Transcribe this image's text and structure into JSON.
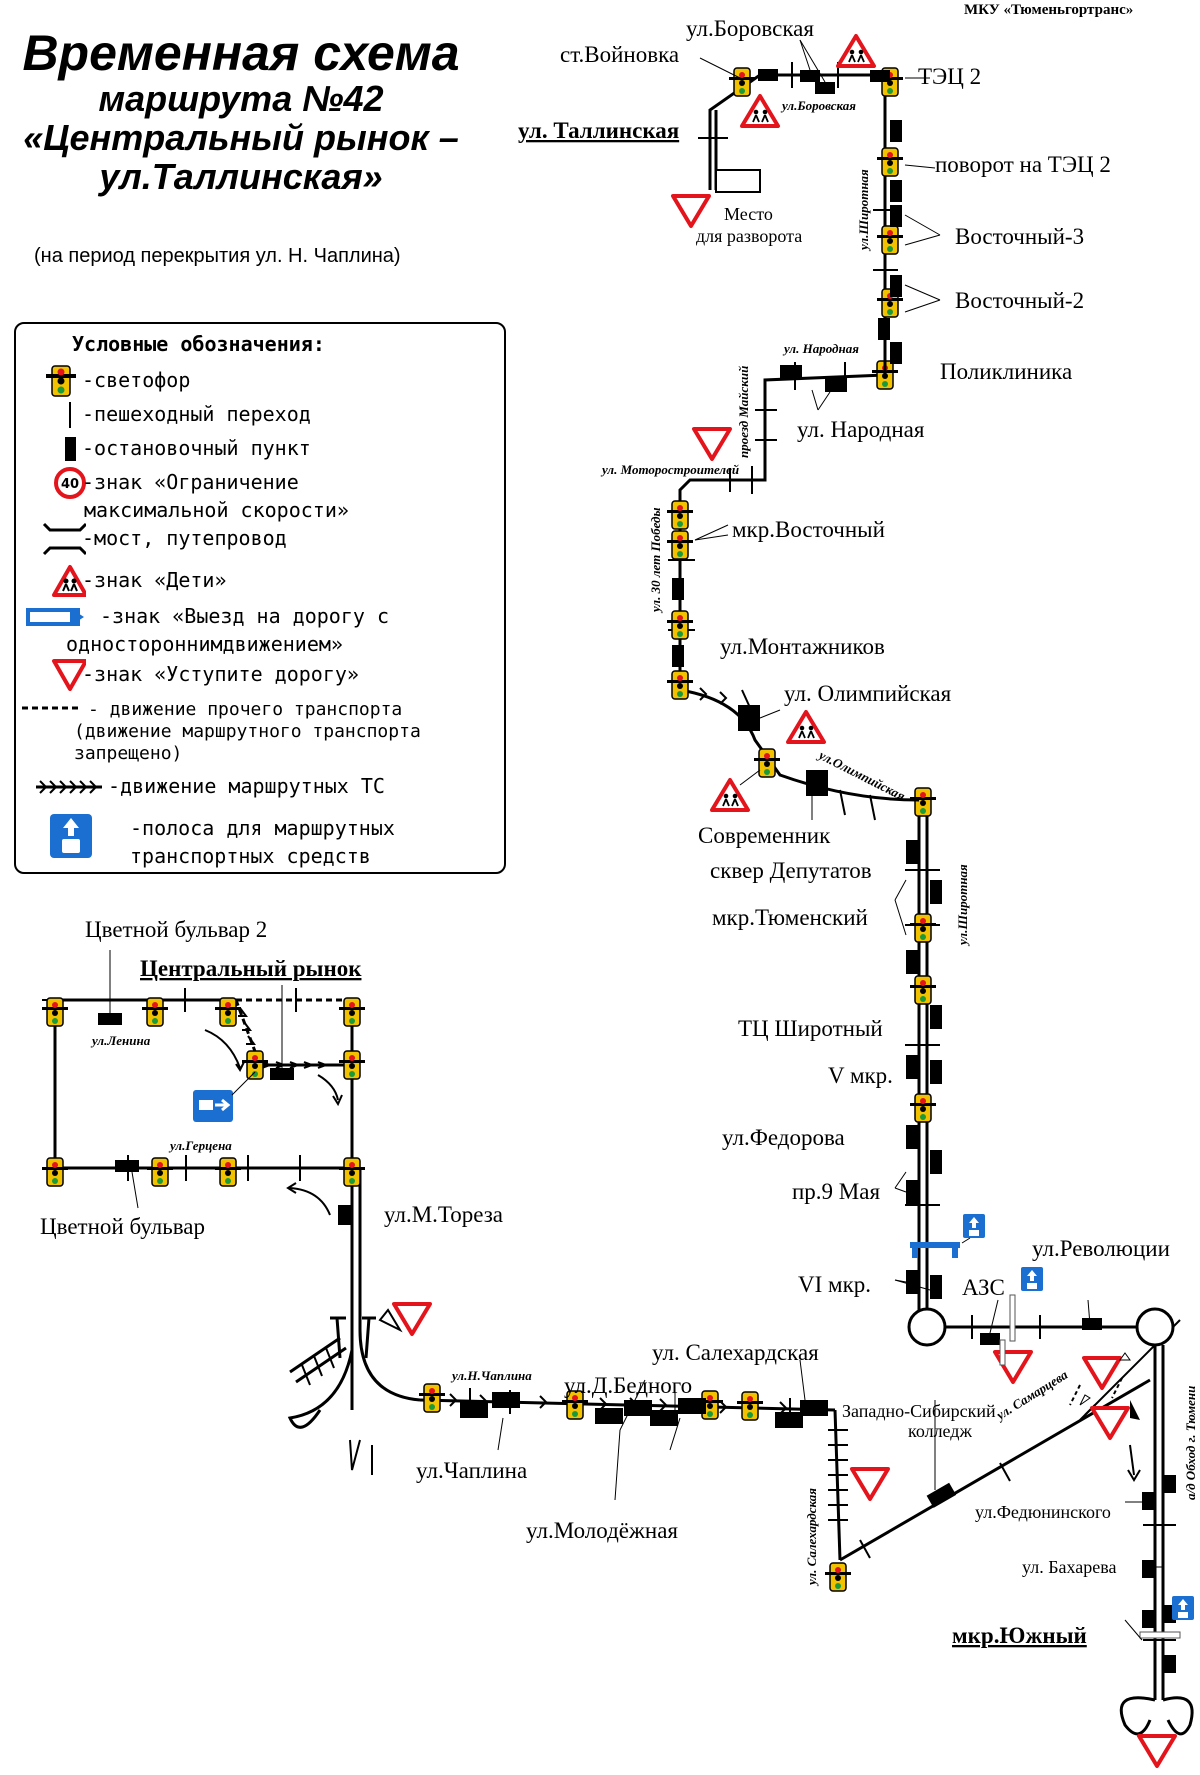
{
  "header": {
    "agency": "МКУ «Тюменьгортранс»",
    "title_line1": "Временная схема",
    "title_line2": "маршрута №42",
    "title_line3": "«Центральный рынок –",
    "title_line4": "ул.Таллинская»",
    "subtitle": "(на период перекрытия ул. Н. Чаплина)"
  },
  "legend": {
    "heading": "Условные обозначения:",
    "traffic_light": "-светофор",
    "crosswalk": "-пешеходный переход",
    "stop": "-остановочный пункт",
    "speed_limit_1": "-знак «Ограничение",
    "speed_limit_2": "максимальной скорости»",
    "speed_limit_value": "40",
    "bridge": "-мост, путепровод",
    "children": "-знак «Дети»",
    "oneway_1": "-знак «Выезд на дорогу с",
    "oneway_2": "одностороннимдвижением»",
    "yield": "-знак «Уступите дорогу»",
    "other_traffic_1": "- движение прочего транспорта",
    "other_traffic_2": "(движение маршрутного транспорта",
    "other_traffic_3": "запрещено)",
    "route_traffic": "-движение маршрутных ТС",
    "bus_lane_1": "-полоса для маршрутных",
    "bus_lane_2": "транспортных средств"
  },
  "stops": {
    "tsvetnoy_bulvar_2": "Цветной бульвар 2",
    "tsentralny_rynok": "Центральный рынок",
    "tsvetnoy_bulvar": "Цветной бульвар",
    "m_toreza": "ул.М.Тореза",
    "chaplina": "ул.Чаплина",
    "d_bednogo": "ул.Д.Бедного",
    "salekhardskaya": "ул. Салехардская",
    "molodezhnaya": "ул.Молодёжная",
    "zs_college_1": "Западно-Сибирский",
    "zs_college_2": "колледж",
    "fedyuninskogo": "ул.Федюнинского",
    "bakhareva": "ул. Бахарева",
    "yuzhny": "мкр.Южный",
    "revolyutsii": "ул.Революции",
    "azs": "АЗС",
    "vi_mkr": "VI мкр.",
    "pr_9_maya": "пр.9 Мая",
    "fedorova": "ул.Федорова",
    "v_mkr": "V мкр.",
    "tc_shirotny": "ТЦ Широтный",
    "tyumensky": "мкр.Тюменский",
    "skver": "сквер Депутатов",
    "sovremennik": "Современник",
    "olimpiyskaya": "ул. Олимпийская",
    "montazhnikov": "ул.Монтажников",
    "vostochny": "мкр.Восточный",
    "narodnaya": "ул. Народная",
    "poliklinika": "Поликлиника",
    "vostochny_2": "Восточный-2",
    "vostochny_3": "Восточный-3",
    "povorot_tec2": "поворот на ТЭЦ 2",
    "tec2": "ТЭЦ 2",
    "borovskaya": "ул.Боровская",
    "voynovka": "ст.Войновка",
    "tallinskaya": "ул. Таллинская",
    "turn_place_1": "Место",
    "turn_place_2": "для разворота"
  },
  "streets": {
    "lenina": "ул.Ленина",
    "gertsena": "ул.Герцена",
    "n_chaplina": "ул.Н.Чаплина",
    "salekhardskaya": "ул. Салехардская",
    "samartseva": "ул. Самарцева",
    "obkhod": "а/д Обход г. Тюмени",
    "shirotnaya_1": "ул.Широтная",
    "shirotnaya_2": "ул.Широтная",
    "olimpiyskaya": "ул.Олимпийская",
    "pobedy": "ул. 30 лет Победы",
    "motorostroiteley": "ул. Моторостроителей",
    "maysky": "проезд Майский",
    "narodnaya": "ул. Народная",
    "borovskaya": "ул.Боровская"
  },
  "colors": {
    "sign_red": "#e3141b",
    "info_blue": "#1a6fd1",
    "route_line": "#000000",
    "tl_yellow": "#f2c200",
    "tl_green": "#1c9a3a"
  }
}
